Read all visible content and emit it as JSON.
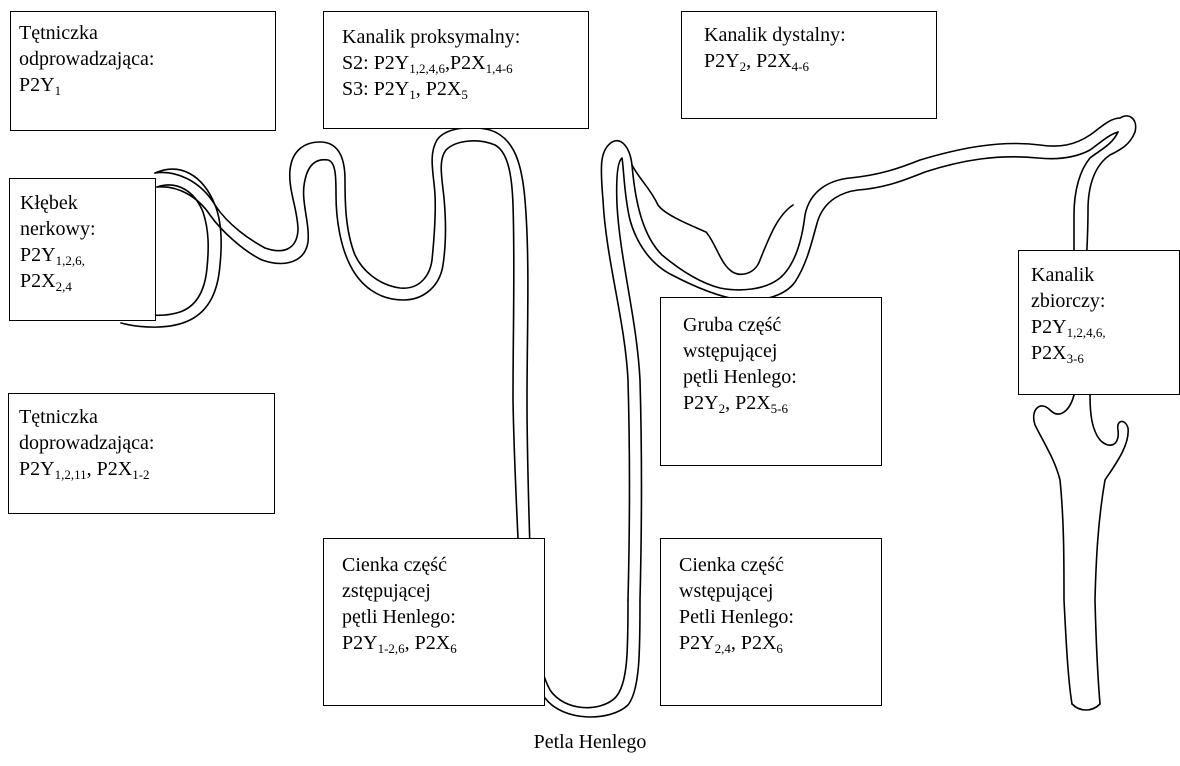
{
  "labels": {
    "efferent": {
      "title1": "Tętniczka",
      "title2": "odprowadzająca:",
      "r1_a": "P2Y",
      "r1_a_sub": "1"
    },
    "proximal": {
      "title": "Kanalik proksymalny:",
      "s2_prefix": "S2: ",
      "s2_a": "P2Y",
      "s2_a_sub": "1,2,4,6",
      "s2_sep": ",",
      "s2_b": "P2X",
      "s2_b_sub": "1,4-6",
      "s3_prefix": "S3: ",
      "s3_a": "P2Y",
      "s3_a_sub": "1",
      "s3_sep": ", ",
      "s3_b": "P2X",
      "s3_b_sub": "5"
    },
    "distal": {
      "title": "Kanalik dystalny:",
      "r1_a": "P2Y",
      "r1_a_sub": "2",
      "sep": ", ",
      "r1_b": "P2X",
      "r1_b_sub": "4-6"
    },
    "glomerulus": {
      "title1": "Kłębek",
      "title2": "nerkowy:",
      "r1_a": "P2Y",
      "r1_a_sub": "1,2,6,",
      "r2_a": "P2X",
      "r2_a_sub": "2,4"
    },
    "afferent": {
      "title1": "Tętniczka",
      "title2": "doprowadzająca:",
      "r1_a": "P2Y",
      "r1_a_sub": "1,2,11",
      "sep": ", ",
      "r1_b": "P2X",
      "r1_b_sub": "1-2"
    },
    "thick_ascending": {
      "title1": "Gruba część",
      "title2": "wstępującej",
      "title3": "pętli Henlego:",
      "r1_a": "P2Y",
      "r1_a_sub": "2",
      "sep": ", ",
      "r1_b": "P2X",
      "r1_b_sub": "5-6"
    },
    "collecting": {
      "title1": "Kanalik",
      "title2": "zbiorczy:",
      "r1_a": "P2Y",
      "r1_a_sub": "1,2,4,6,",
      "r2_a": "P2X",
      "r2_a_sub": "3-6"
    },
    "thin_descending": {
      "title1": "Cienka część",
      "title2": "zstępującej",
      "title3": "pętli Henlego:",
      "r1_a": "P2Y",
      "r1_a_sub": "1-2,6",
      "sep": ", ",
      "r1_b": "P2X",
      "r1_b_sub": "6"
    },
    "thin_ascending": {
      "title1": "Cienka część",
      "title2": "wstępującej",
      "title3": "Petli Henlego:",
      "r1_a": "P2Y",
      "r1_a_sub": "2,4",
      "sep": ", ",
      "r1_b": "P2X",
      "r1_b_sub": "6"
    }
  },
  "caption": "Petla Henlego",
  "colors": {
    "stroke": "#000000",
    "background": "#ffffff"
  }
}
